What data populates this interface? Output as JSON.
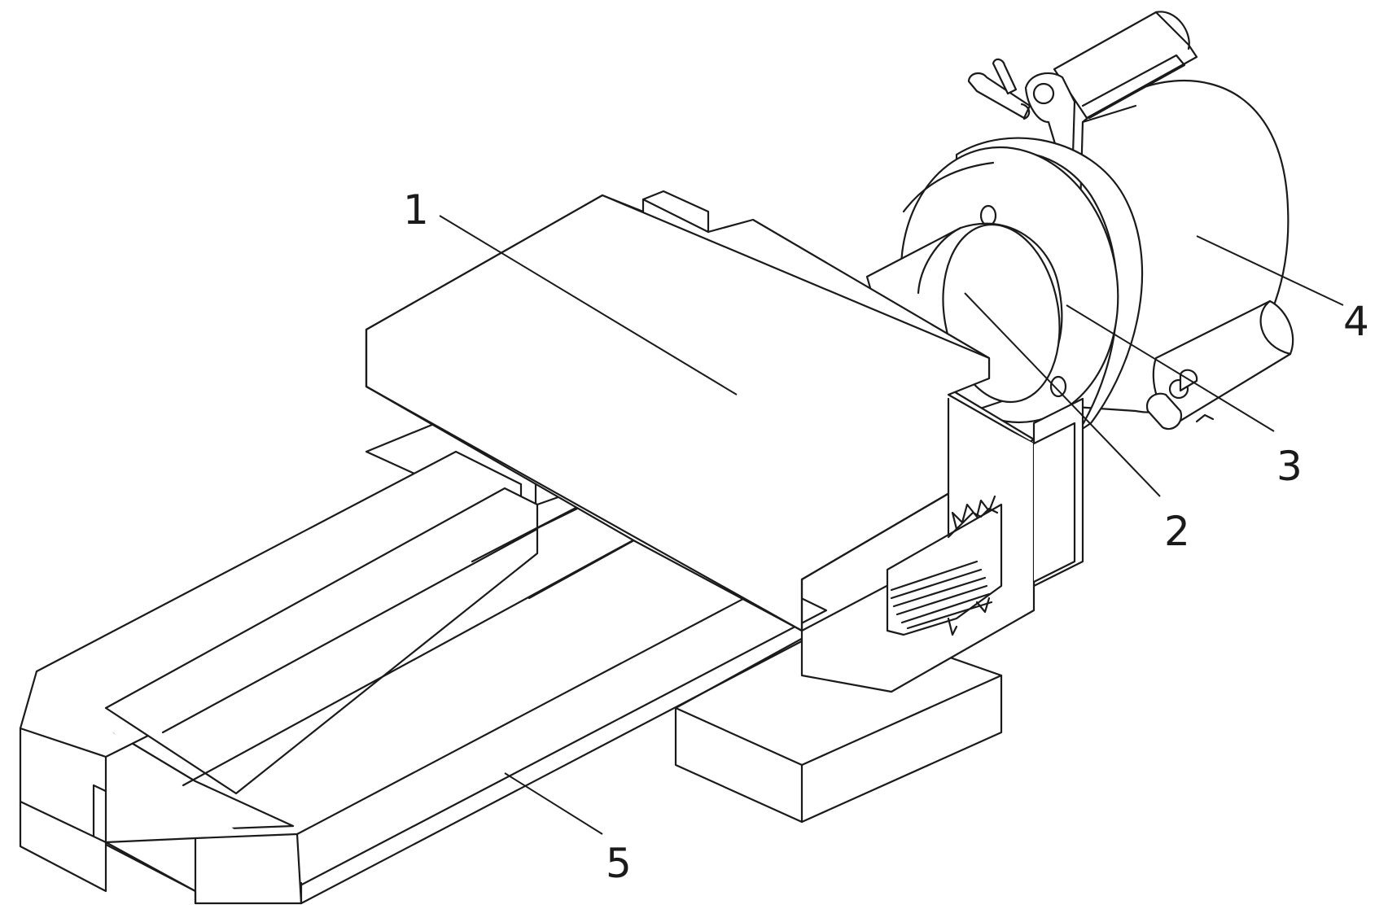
{
  "figure": {
    "background": "#ffffff",
    "line_color": "#1a1a1a"
  },
  "callouts": [
    {
      "id": "1",
      "label": "1"
    },
    {
      "id": "2",
      "label": "2"
    },
    {
      "id": "3",
      "label": "3"
    },
    {
      "id": "4",
      "label": "4"
    },
    {
      "id": "5",
      "label": "5"
    }
  ]
}
